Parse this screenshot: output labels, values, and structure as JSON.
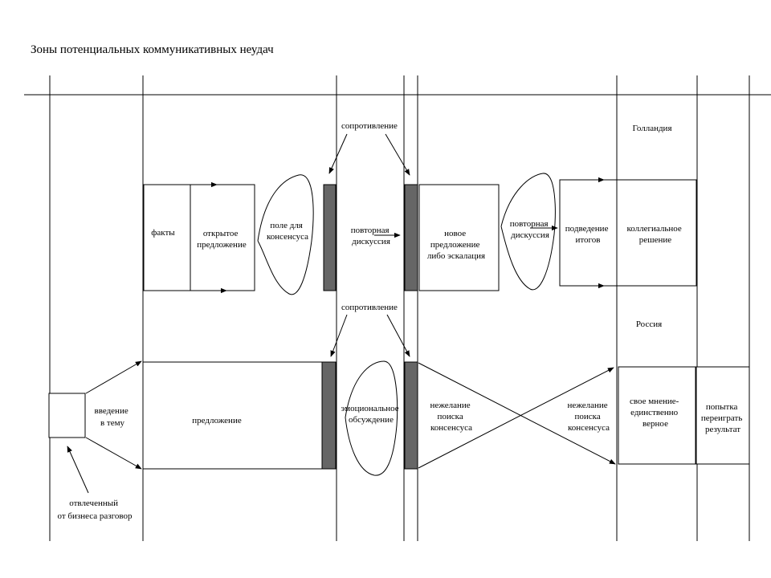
{
  "title": "Зоны потенциальных коммуникативных неудач",
  "regions": {
    "netherlands": "Голландия",
    "russia": "Россия"
  },
  "resistance": {
    "top": "сопротивление",
    "bottom": "сопротивление"
  },
  "top_flow": {
    "facts": "факты",
    "open_offer": [
      "открытое",
      "предложение"
    ],
    "consensus_field": [
      "поле для",
      "консенсуса"
    ],
    "repeat_discussion": [
      "повторная",
      "дискуссия"
    ],
    "new_offer": [
      "новое",
      "предложение",
      "либо эскалация"
    ],
    "repeat_discussion_2": [
      "повторная",
      "дискуссия"
    ],
    "summary": [
      "подведение",
      "итогов"
    ],
    "collegial_decision": [
      "коллегиальное",
      "решение"
    ]
  },
  "bottom_flow": {
    "intro": [
      "введение",
      "в тему"
    ],
    "offtopic": [
      "отвлеченный",
      "от бизнеса разговор"
    ],
    "offer": "предложение",
    "emotional": [
      "эмоциональное",
      "обсуждение"
    ],
    "reluctance_1": [
      "нежелание",
      "поиска",
      "консенсуса"
    ],
    "reluctance_2": [
      "нежелание",
      "поиска",
      "консенсуса"
    ],
    "own_opinion": [
      "свое мнение-",
      "единственно",
      "верное"
    ],
    "replay": [
      "попытка",
      "переиграть",
      "результат"
    ]
  }
}
